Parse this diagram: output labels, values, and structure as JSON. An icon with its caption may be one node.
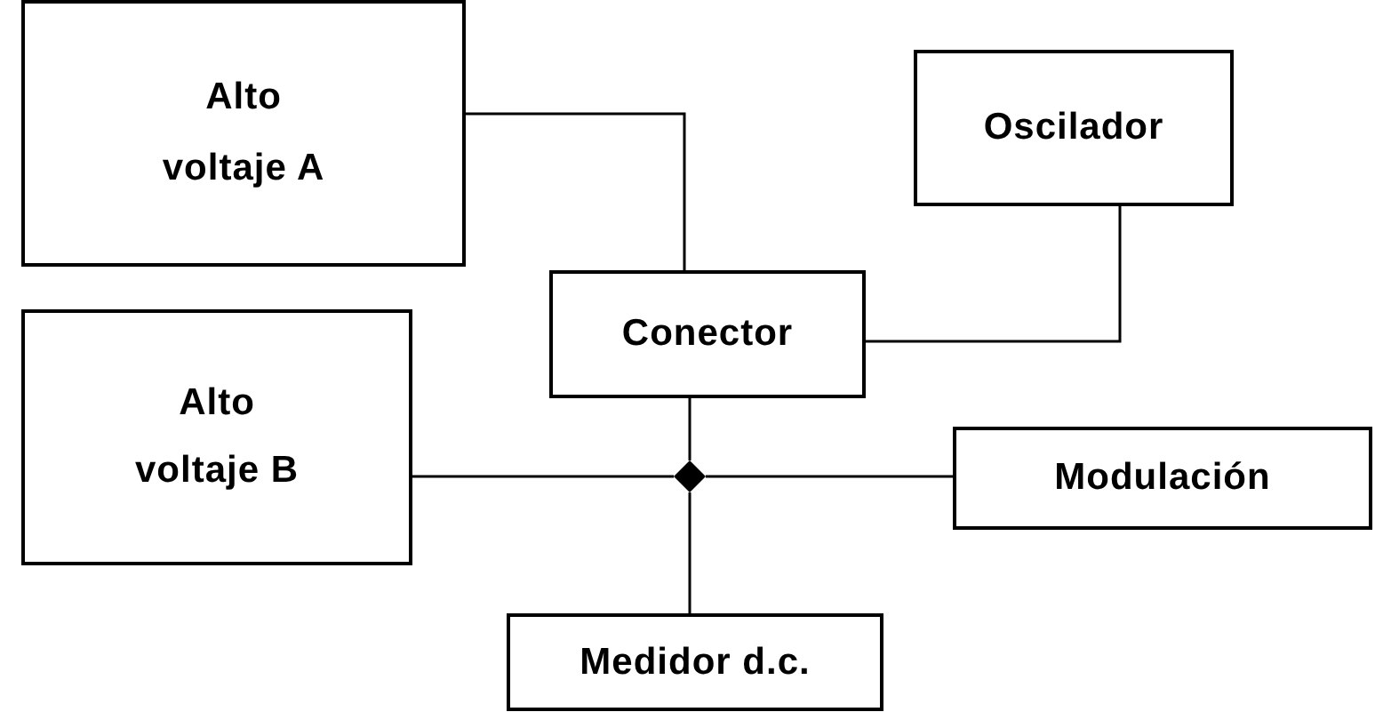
{
  "diagram": {
    "nodes": [
      {
        "text": [
          "Alto voltaje A"
        ]
      },
      {
        "text": [
          "Oscilador"
        ]
      },
      {
        "text": [
          "Conector"
        ]
      },
      {
        "text": [
          "Alto voltaje B"
        ]
      },
      {
        "text": [],
        "shape": "diamond"
      },
      {
        "text": [
          "Modulación"
        ]
      },
      {
        "text": [
          "Medidor d.c."
        ]
      }
    ],
    "edges": [
      {
        "from": 0,
        "to": 2,
        "arrow": "none"
      },
      {
        "from": 1,
        "to": 2,
        "arrow": "none"
      },
      {
        "from": 2,
        "to": 4,
        "arrow": "none"
      },
      {
        "from": 3,
        "to": 4,
        "arrow": "none"
      },
      {
        "from": 4,
        "to": 5,
        "arrow": "none"
      },
      {
        "from": 4,
        "to": 6,
        "arrow": "none"
      }
    ]
  }
}
